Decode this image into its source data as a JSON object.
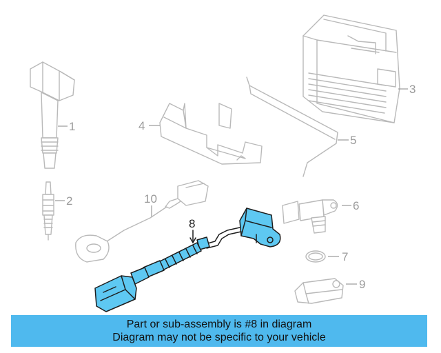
{
  "callouts": {
    "c1": "1",
    "c2": "2",
    "c3": "3",
    "c4": "4",
    "c5": "5",
    "c6": "6",
    "c7": "7",
    "c8": "8",
    "c9": "9",
    "c10": "10"
  },
  "banner": {
    "line1": "Part or sub-assembly is #8 in diagram",
    "line2": "Diagram may not be specific to your vehicle"
  },
  "colors": {
    "highlight": "#5ec8f2",
    "banner": "#4fb9ee",
    "outline": "#b9b9b9"
  }
}
